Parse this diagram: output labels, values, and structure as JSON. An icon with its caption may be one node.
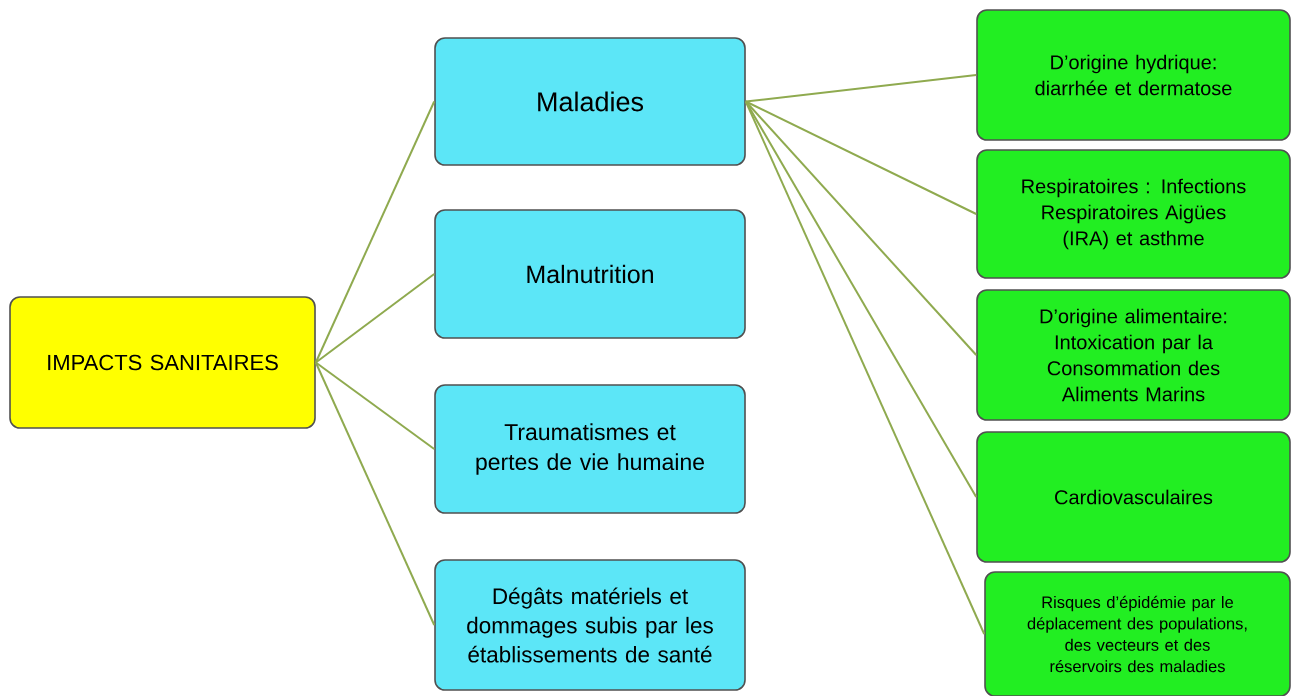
{
  "diagram": {
    "nodes": [
      {
        "text": [
          "IMPACTS SANITAIRES"
        ]
      },
      {
        "text": [
          "Maladies"
        ]
      },
      {
        "text": [
          "Malnutrition"
        ]
      },
      {
        "text": [
          "Traumatismes et pertes de vie humaine"
        ]
      },
      {
        "text": [
          "Dégâts matériels et dommages subis par les établissements de santé"
        ]
      },
      {
        "text": [
          "D’origine hydrique: diarrhée et dermatose"
        ]
      },
      {
        "text": [
          "Respiratoires : Infections Respiratoires Aigües (IRA) et asthme"
        ]
      },
      {
        "text": [
          "D’origine alimentaire: Intoxication par la Consommation des Aliments Marins"
        ]
      },
      {
        "text": [
          "Cardiovasculaires"
        ]
      },
      {
        "text": [
          "Risques d’épidémie par le déplacement des populations, des vecteurs et des réservoirs des maladies"
        ]
      }
    ],
    "edges": [
      {
        "from": 0,
        "to": 1,
        "arrow": "none"
      },
      {
        "from": 0,
        "to": 2,
        "arrow": "none"
      },
      {
        "from": 0,
        "to": 3,
        "arrow": "none"
      },
      {
        "from": 0,
        "to": 4,
        "arrow": "none"
      },
      {
        "from": 1,
        "to": 5,
        "arrow": "none"
      },
      {
        "from": 1,
        "to": 6,
        "arrow": "none"
      },
      {
        "from": 1,
        "to": 7,
        "arrow": "none"
      },
      {
        "from": 1,
        "to": 8,
        "arrow": "none"
      },
      {
        "from": 1,
        "to": 9,
        "arrow": "none"
      }
    ]
  }
}
